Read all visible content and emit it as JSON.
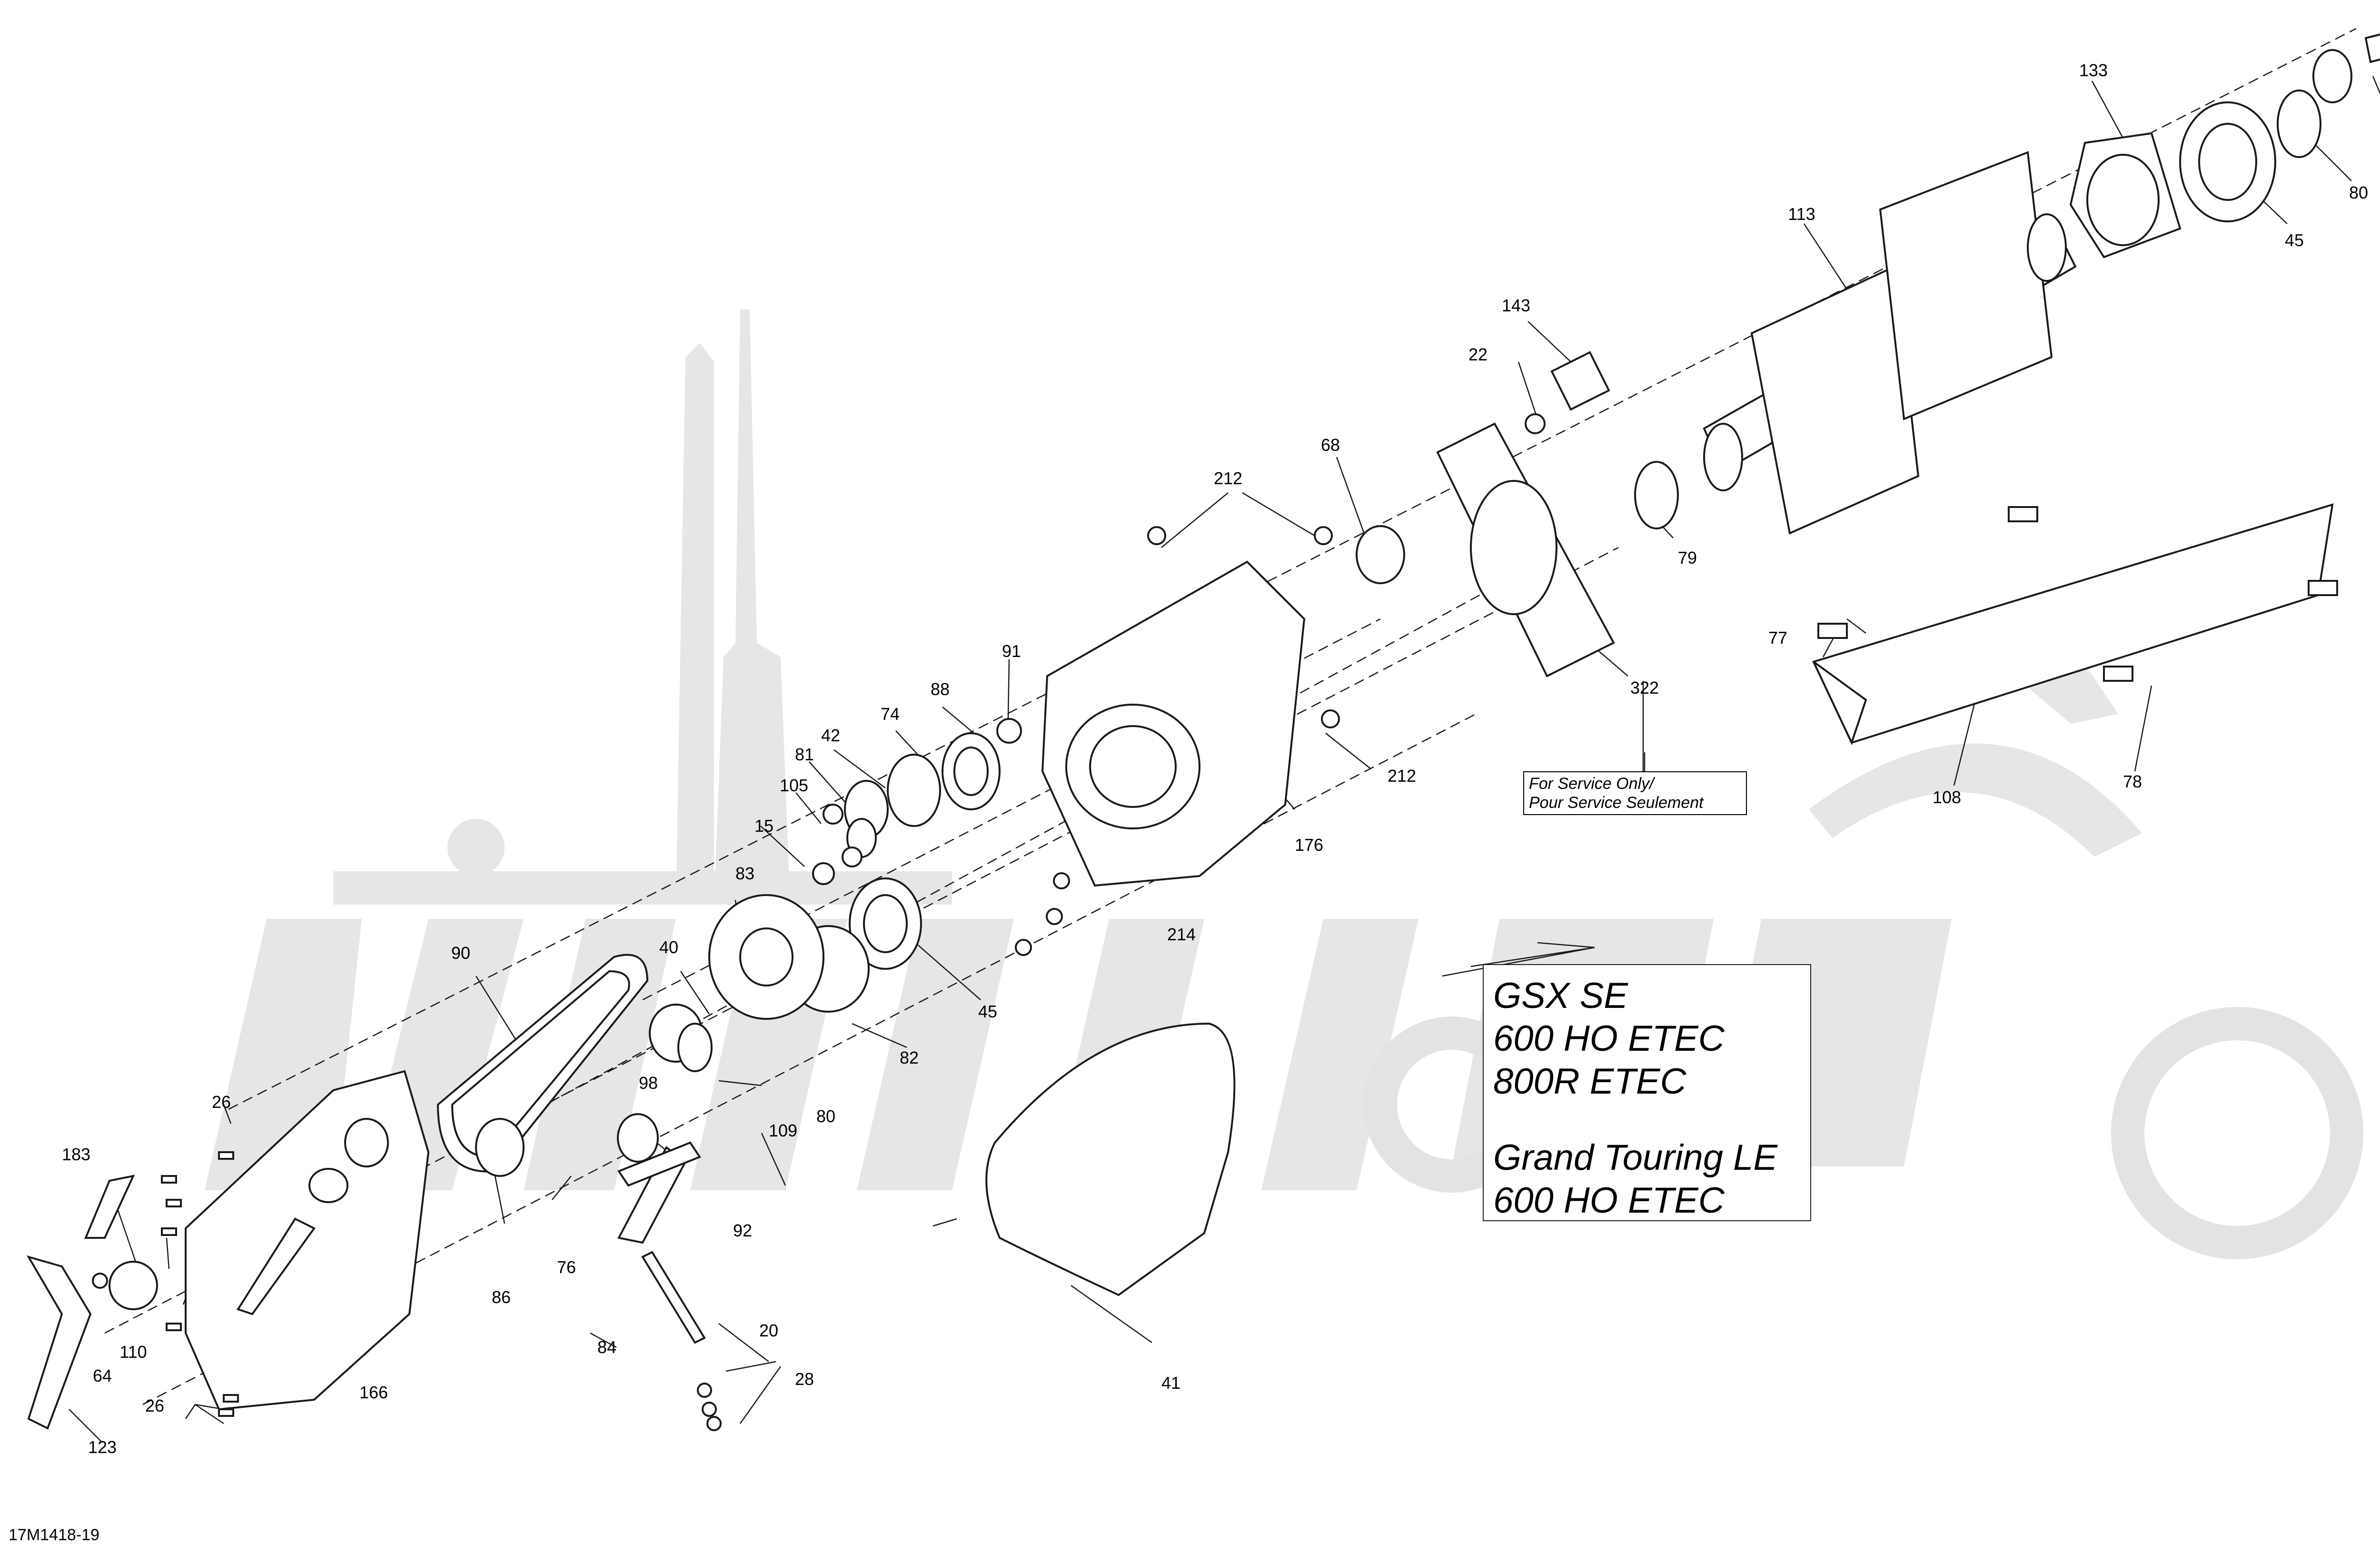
{
  "callouts": [
    {
      "id": "133",
      "text": "133"
    },
    {
      "id": "40a",
      "text": "40"
    },
    {
      "id": "80a",
      "text": "80"
    },
    {
      "id": "45a",
      "text": "45"
    },
    {
      "id": "113",
      "text": "113"
    },
    {
      "id": "143",
      "text": "143"
    },
    {
      "id": "22",
      "text": "22"
    },
    {
      "id": "68",
      "text": "68"
    },
    {
      "id": "212a",
      "text": "212"
    },
    {
      "id": "79",
      "text": "79"
    },
    {
      "id": "77",
      "text": "77"
    },
    {
      "id": "322",
      "text": "322"
    },
    {
      "id": "91",
      "text": "91"
    },
    {
      "id": "88",
      "text": "88"
    },
    {
      "id": "74",
      "text": "74"
    },
    {
      "id": "42",
      "text": "42"
    },
    {
      "id": "81",
      "text": "81"
    },
    {
      "id": "105",
      "text": "105"
    },
    {
      "id": "15",
      "text": "15"
    },
    {
      "id": "212b",
      "text": "212"
    },
    {
      "id": "176",
      "text": "176"
    },
    {
      "id": "108",
      "text": "108"
    },
    {
      "id": "78",
      "text": "78"
    },
    {
      "id": "83",
      "text": "83"
    },
    {
      "id": "214",
      "text": "214"
    },
    {
      "id": "90",
      "text": "90"
    },
    {
      "id": "40b",
      "text": "40"
    },
    {
      "id": "45b",
      "text": "45"
    },
    {
      "id": "82",
      "text": "82"
    },
    {
      "id": "80b",
      "text": "80"
    },
    {
      "id": "26a",
      "text": "26"
    },
    {
      "id": "98",
      "text": "98"
    },
    {
      "id": "109",
      "text": "109"
    },
    {
      "id": "183",
      "text": "183"
    },
    {
      "id": "92",
      "text": "92"
    },
    {
      "id": "76",
      "text": "76"
    },
    {
      "id": "86",
      "text": "86"
    },
    {
      "id": "64",
      "text": "64"
    },
    {
      "id": "110",
      "text": "110"
    },
    {
      "id": "166",
      "text": "166"
    },
    {
      "id": "20",
      "text": "20"
    },
    {
      "id": "84",
      "text": "84"
    },
    {
      "id": "28",
      "text": "28"
    },
    {
      "id": "26b",
      "text": "26"
    },
    {
      "id": "41",
      "text": "41"
    },
    {
      "id": "123",
      "text": "123"
    }
  ],
  "service_note": {
    "line1": "For Service Only/",
    "line2": "Pour Service Seulement"
  },
  "models": {
    "line1": "GSX SE",
    "line2": "600 HO ETEC",
    "line3": "800R ETEC",
    "line4": "Grand Touring LE",
    "line5": "600 HO ETEC"
  },
  "figure_id": "17M1418-19",
  "colors": {
    "line": "#1a1a1a",
    "watermark": "#e3e3e3",
    "part_fill": "#ffffff"
  }
}
